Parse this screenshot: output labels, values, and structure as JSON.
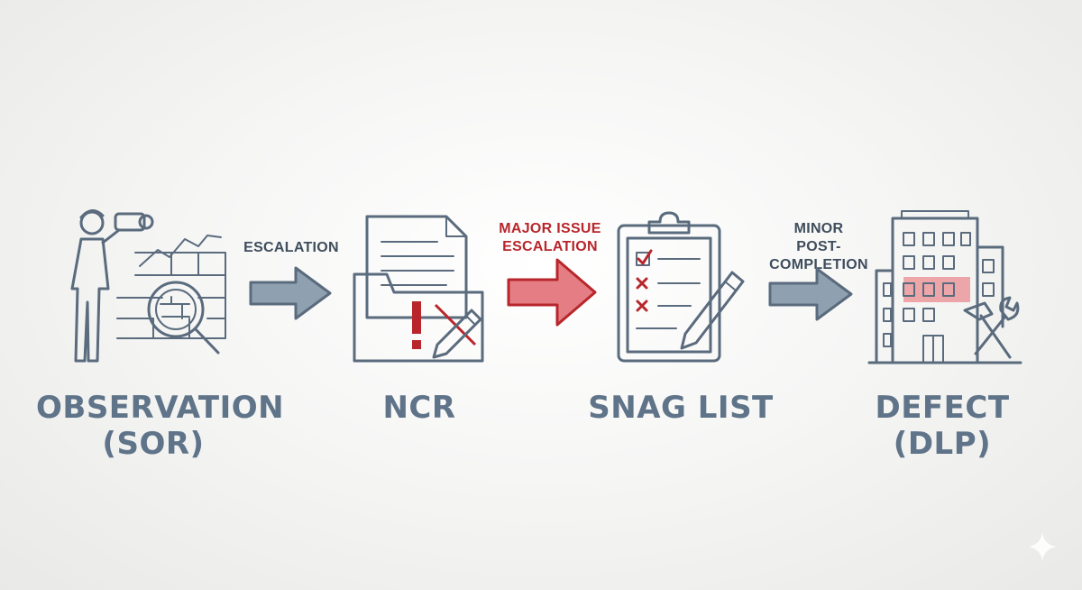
{
  "stages": [
    {
      "title_line1": "OBSERVATION",
      "title_line2": "(SOR)",
      "icon": "surveyor-with-binoculars-and-magnifier-icon"
    },
    {
      "title_line1": "NCR",
      "title_line2": "",
      "icon": "folder-document-warning-icon"
    },
    {
      "title_line1": "SNAG LIST",
      "title_line2": "",
      "icon": "clipboard-checklist-icon"
    },
    {
      "title_line1": "DEFECT",
      "title_line2": "(DLP)",
      "icon": "building-with-tools-icon"
    }
  ],
  "arrows": [
    {
      "line1": "ESCALATION",
      "line2": "",
      "style": "normal"
    },
    {
      "line1": "MAJOR ISSUE",
      "line2": "ESCALATION",
      "style": "major"
    },
    {
      "line1": "MINOR",
      "line2": "POST-COMPLETION",
      "style": "normal"
    }
  ],
  "colors": {
    "line": "#5a6b7d",
    "arrow_fill": "#8fa0b1",
    "major_fill": "#e47e84",
    "major_text": "#b8262b",
    "title_text": "#5f7389",
    "highlight": "#e98c90"
  }
}
